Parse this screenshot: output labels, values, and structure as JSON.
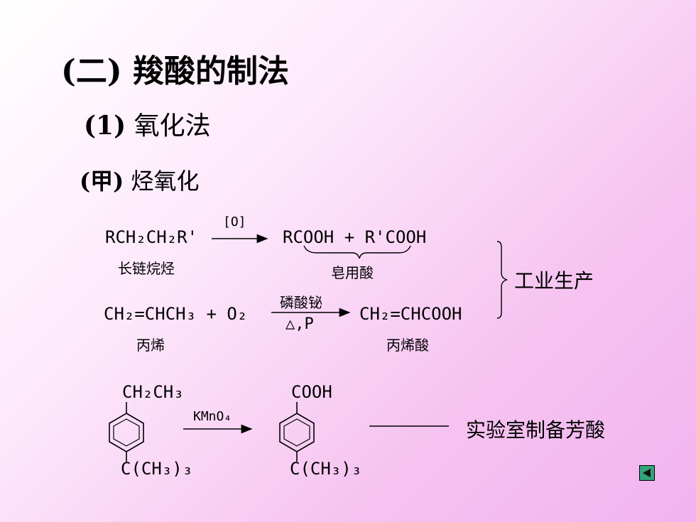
{
  "title": "(二) 羧酸的制法",
  "section": {
    "num": "(1)",
    "text": "氧化法"
  },
  "subsection": {
    "num": "(甲)",
    "text": "烃氧化"
  },
  "reaction1": {
    "reactant": "RCH₂CH₂R'",
    "reactant_label": "长链烷烃",
    "condition": "[O]",
    "product": "RCOOH + R'COOH",
    "product_label": "皂用酸"
  },
  "reaction2": {
    "reactant": "CH₂=CHCH₃ + O₂",
    "reactant_label": "丙烯",
    "condition_top": "磷酸铋",
    "condition_bottom": "△,P",
    "product": "CH₂=CHCOOH",
    "product_label": "丙烯酸"
  },
  "industry_label": "工业生产",
  "reaction3": {
    "reactant_top": "CH₂CH₃",
    "reactant_bottom": "C(CH₃)₃",
    "reagent": "KMnO₄",
    "product_top": "COOH",
    "product_bottom": "C(CH₃)₃",
    "note": "实验室制备芳酸"
  }
}
